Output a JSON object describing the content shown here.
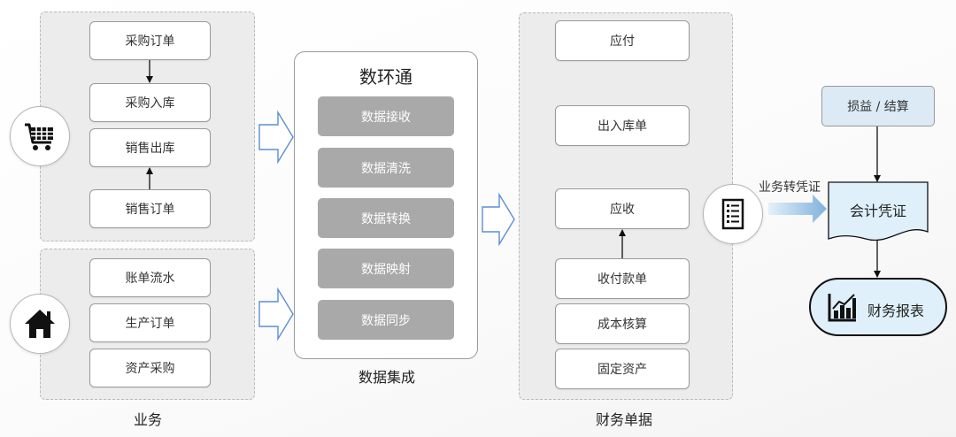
{
  "business": {
    "caption": "业务",
    "purchase_group": [
      "采购订单",
      "采购入库",
      "销售出库",
      "销售订单"
    ],
    "finance_group": [
      "账单流水",
      "生产订单",
      "资产采购"
    ]
  },
  "platform": {
    "title": "数环通",
    "steps": [
      "数据接收",
      "数据清洗",
      "数据转换",
      "数据映射",
      "数据同步"
    ],
    "caption": "数据集成"
  },
  "documents": {
    "items": [
      "应付",
      "出入库单",
      "应收",
      "收付款单",
      "成本核算",
      "固定资产"
    ],
    "caption": "财务单据"
  },
  "accounting": {
    "profit_settlement": "损益 / 结算",
    "transfer_label": "业务转凭证",
    "voucher": "会计凭证",
    "report": "财务报表"
  },
  "icons": {
    "cart": "shopping-cart-icon",
    "home": "home-icon",
    "document": "document-list-icon",
    "report": "bar-chart-icon"
  },
  "colors": {
    "group_background": "#ececec",
    "step_fill": "#a9a9a9",
    "report_fill": "#dff0fa",
    "arrow_blue": "#7fb2dc"
  }
}
